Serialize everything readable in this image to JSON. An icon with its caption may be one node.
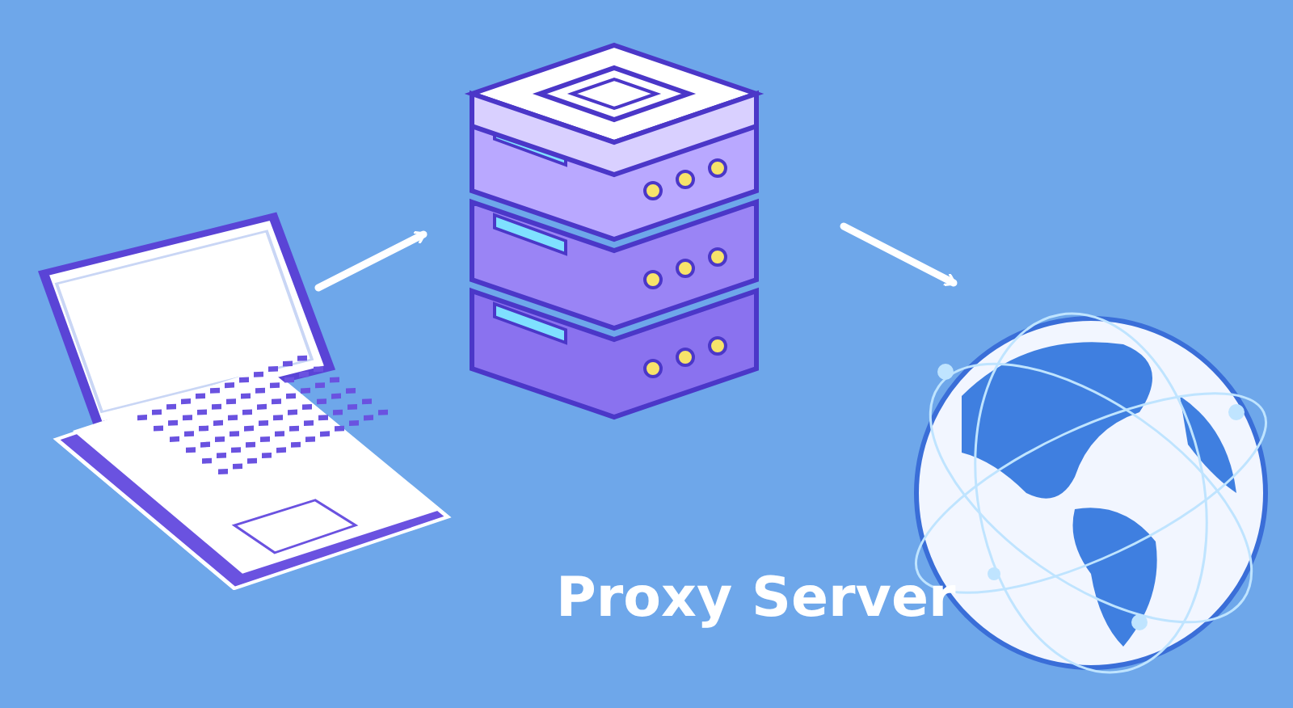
{
  "diagram": {
    "nodes": [
      {
        "text": [],
        "shape": "picture"
      },
      {
        "text": [],
        "shape": "picture"
      },
      {
        "text": [],
        "shape": "picture"
      }
    ],
    "edges": [
      {
        "from": 0,
        "to": 1,
        "arrow": "to"
      },
      {
        "from": 1,
        "to": 2,
        "arrow": "to"
      }
    ],
    "labels": [
      "Proxy Server"
    ]
  }
}
